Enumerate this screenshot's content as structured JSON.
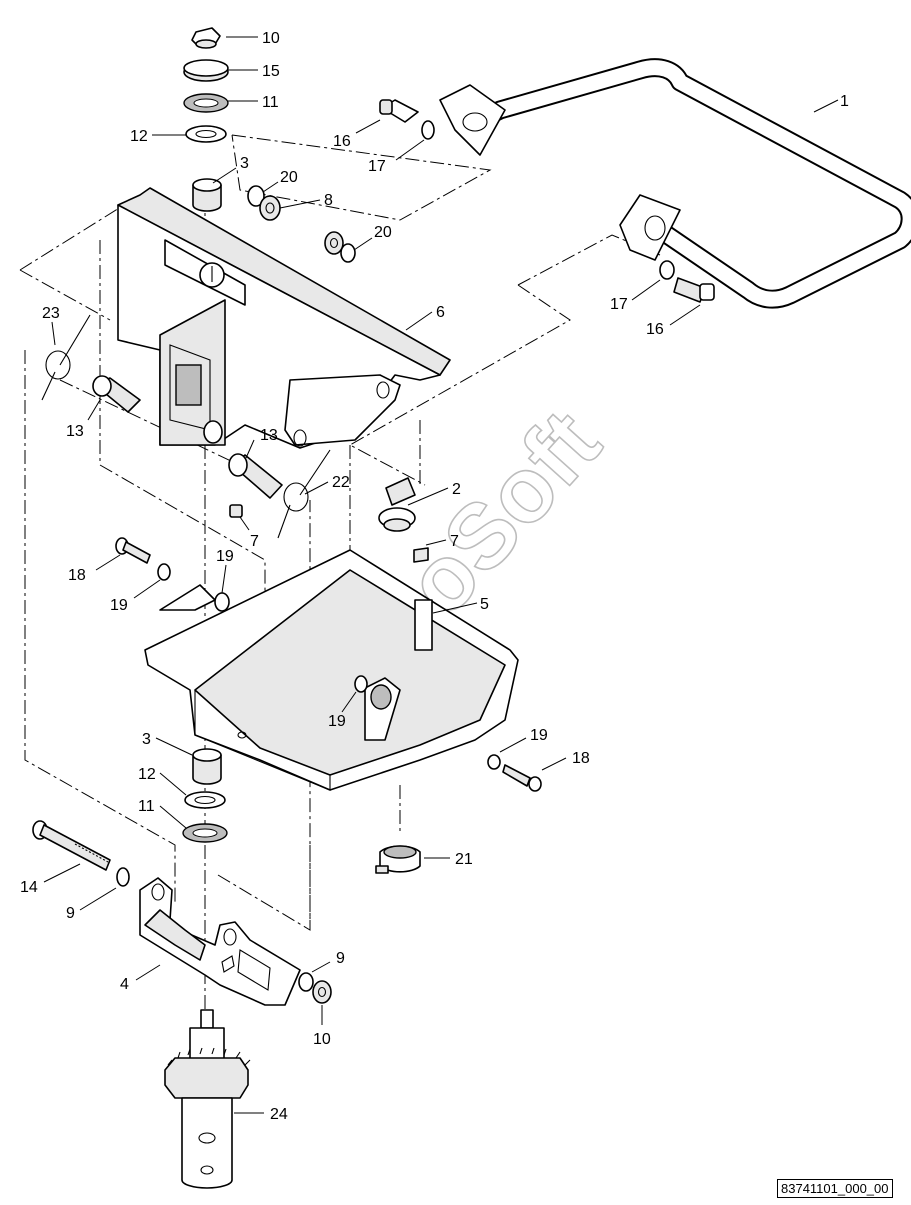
{
  "figure_id": "83741101_000_00",
  "watermark": "AutoSoft",
  "callouts": {
    "c1": "1",
    "c2": "2",
    "c3a": "3",
    "c3b": "3",
    "c4": "4",
    "c5": "5",
    "c6": "6",
    "c7a": "7",
    "c7b": "7",
    "c8": "8",
    "c9a": "9",
    "c9b": "9",
    "c10a": "10",
    "c10b": "10",
    "c11a": "11",
    "c11b": "11",
    "c12a": "12",
    "c12b": "12",
    "c13a": "13",
    "c13b": "13",
    "c14": "14",
    "c15": "15",
    "c16a": "16",
    "c16b": "16",
    "c17a": "17",
    "c17b": "17",
    "c18a": "18",
    "c18b": "18",
    "c19a": "19",
    "c19b": "19",
    "c19c": "19",
    "c19d": "19",
    "c20a": "20",
    "c20b": "20",
    "c21": "21",
    "c22": "22",
    "c23": "23",
    "c24": "24"
  }
}
